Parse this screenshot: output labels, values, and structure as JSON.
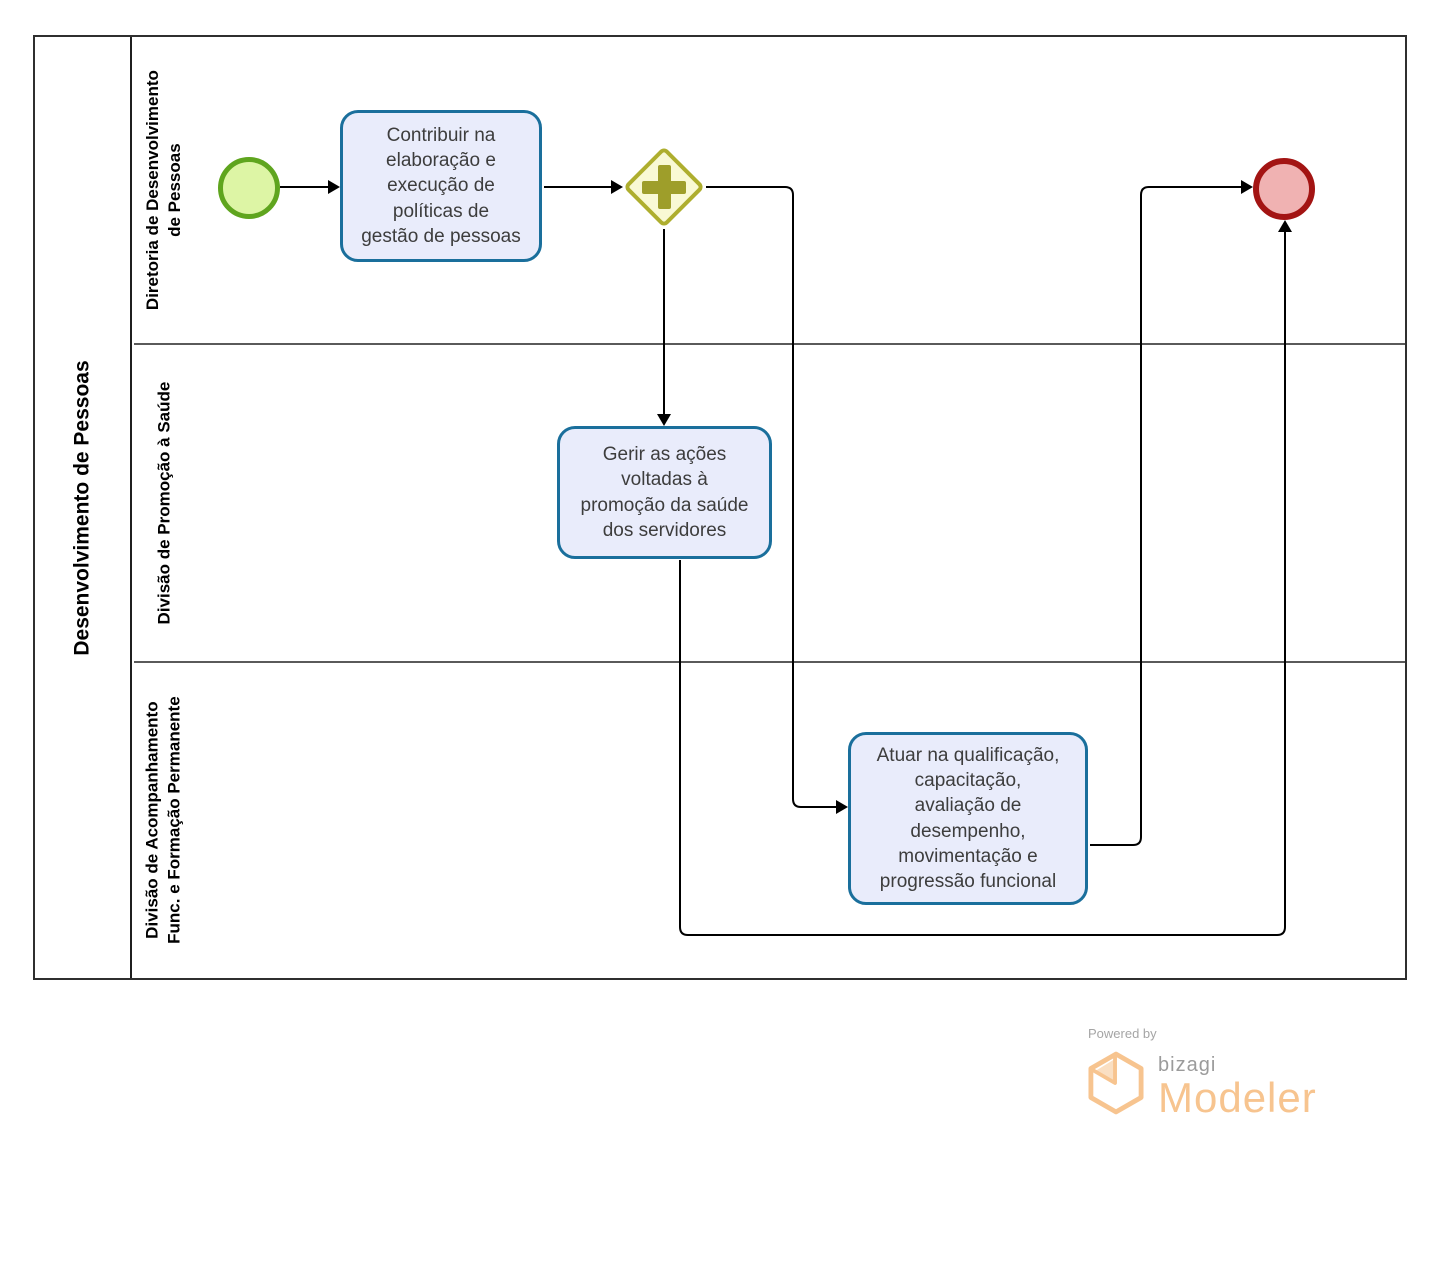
{
  "pool": {
    "title": "Desenvolvimento de Pessoas",
    "lanes": [
      {
        "label": "Diretoria de Desenvolvimento\nde Pessoas"
      },
      {
        "label": "Divisão de Promoção à Saúde"
      },
      {
        "label": "Divisão de Acompanhamento\nFunc. e Formação Permanente"
      }
    ]
  },
  "nodes": {
    "start_event": {
      "type": "start-event"
    },
    "task1": {
      "label": "Contribuir na\nelaboração e\nexecução de\npolíticas de\ngestão de pessoas"
    },
    "gateway": {
      "type": "parallel-gateway"
    },
    "task2": {
      "label": "Gerir as ações\nvoltadas à\npromoção da saúde\ndos servidores"
    },
    "task3": {
      "label": "Atuar na qualificação,\ncapacitação,\navaliação de\ndesempenho,\nmovimentação e\nprogressão funcional"
    },
    "end_event": {
      "type": "end-event"
    }
  },
  "branding": {
    "powered_by": "Powered by",
    "brand": "bizagi",
    "product": "Modeler",
    "logo_icon": "bizagi-hexagon-icon"
  },
  "colors": {
    "task_border": "#1a6f9c",
    "task_fill": "#e9ecfb",
    "start_border": "#5fa51e",
    "start_fill": "#ddf5a5",
    "end_border": "#a31413",
    "end_fill": "#f0b2b2",
    "gateway_border": "#aeae2e",
    "gateway_fill": "#f9f9d4",
    "gateway_symbol": "#9e9e2a",
    "flow": "#000000",
    "brand_orange": "#f7c48f",
    "brand_gray": "#9b9b9b"
  }
}
